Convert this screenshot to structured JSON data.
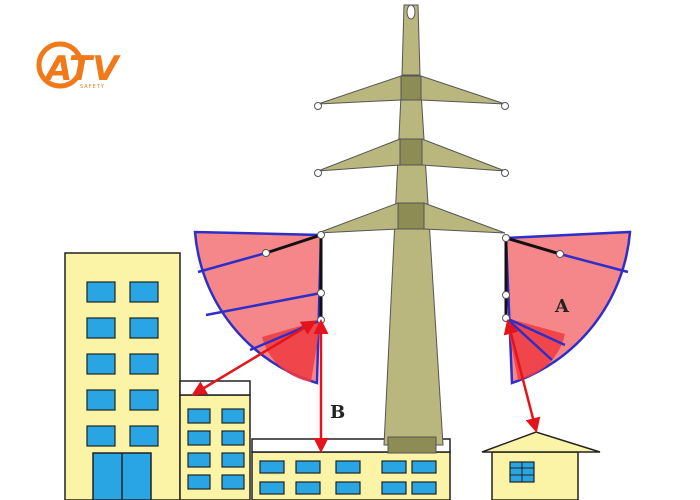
{
  "logo": {
    "text": "ATV",
    "subtext": "SAFETY"
  },
  "labels": {
    "a": "A",
    "b": "B"
  },
  "colors": {
    "tower": "#b9b77e",
    "tower_dark": "#8d8c55",
    "zone_fill": "#f5878b",
    "zone_core": "#ee3b3f",
    "zone_edge": "#2e2ec9",
    "building": "#fbf3a5",
    "window": "#29a5e3",
    "arrow": "#e3141b",
    "logo": "#f07a1a"
  }
}
